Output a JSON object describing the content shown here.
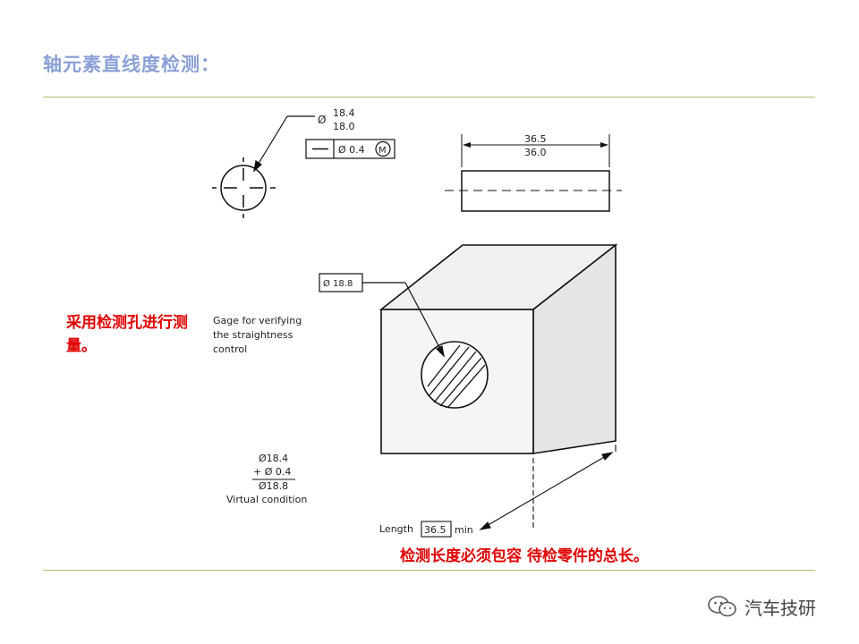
{
  "title": "轴元素直线度检测：",
  "notes": {
    "left": "采用检测孔进行测量。",
    "bottom": "检测长度必须包容 待检零件的总长。"
  },
  "drawing": {
    "dia_upper": "18.4",
    "dia_lower": "18.0",
    "diameter_symbol": "Ø",
    "fcf_tolerance": "Ø 0.4",
    "fcf_modifier": "M",
    "length_upper": "36.5",
    "length_lower": "36.0",
    "gage_hole": "Ø 18.8",
    "gage_label": [
      "Gage for verifying",
      "the straightness",
      "control"
    ],
    "vc_line1": "Ø18.4",
    "vc_line2": "+ Ø 0.4",
    "vc_line3": "Ø18.8",
    "vc_label": "Virtual condition",
    "length_prefix": "Length",
    "length_value": "36.5",
    "length_suffix": "min"
  },
  "watermark": {
    "text": "汽车技研",
    "icon": "wechat-icon"
  },
  "colors": {
    "title": "#8aa0d6",
    "rule": "#a8c070",
    "note": "#e00000"
  }
}
